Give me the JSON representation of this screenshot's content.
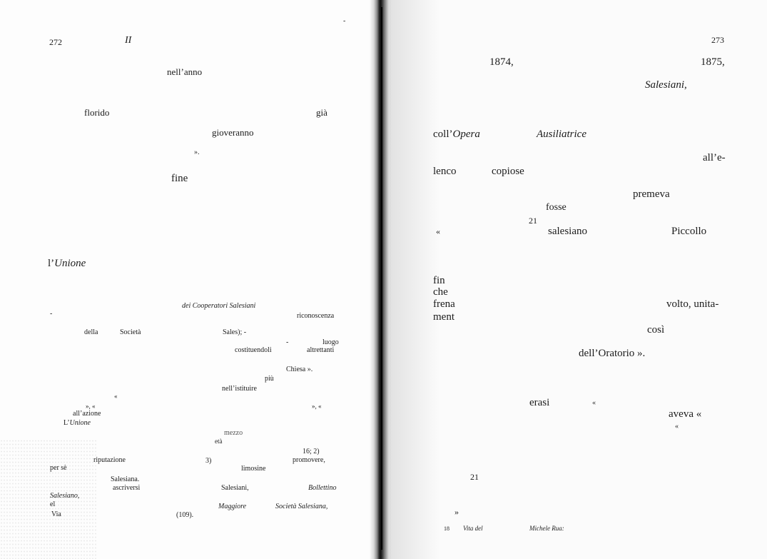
{
  "left_page": {
    "page_number": "272",
    "running_head": "II",
    "top_mark": "-",
    "fragments": [
      "nell’anno",
      "florido",
      "già",
      "gioveranno",
      "».",
      "fine",
      "l’",
      "Unione",
      "dei Cooperatori Salesiani",
      "-",
      "riconoscenza",
      "della",
      "Società",
      "Sales); -",
      "-",
      "luogo",
      "costituendoli",
      "altrettanti",
      "Chiesa ».",
      "più",
      "nell’istituire",
      "«",
      "», «",
      "», «",
      "all’azione",
      "L’",
      "Unione",
      "mezzo",
      "età",
      "16; 2)",
      "riputazione",
      "3)",
      "promovere,",
      "per sè",
      "limosine",
      "Salesiana.",
      "ascriversi",
      "Salesiani,",
      "Bollettino",
      "Salesiano,",
      "el",
      "Maggiore",
      "Società Salesiana,",
      "Via",
      "(109)."
    ]
  },
  "right_page": {
    "page_number": "273",
    "fragments": [
      "1874,",
      "1875,",
      "Salesiani",
      ",",
      "coll’",
      "Opera",
      "Ausiliatrice",
      "all’e-",
      "lenco",
      "copiose",
      "premeva",
      "fosse",
      "21",
      "«",
      "salesiano",
      "Piccollo",
      "fin",
      "che",
      "frena",
      "ment",
      "volto, unita-",
      "così",
      "dell’Oratorio ».",
      "erasi",
      "«",
      "aveva «",
      "«",
      "21",
      "»",
      "18",
      "Vita del",
      "Michele Rua:"
    ]
  }
}
